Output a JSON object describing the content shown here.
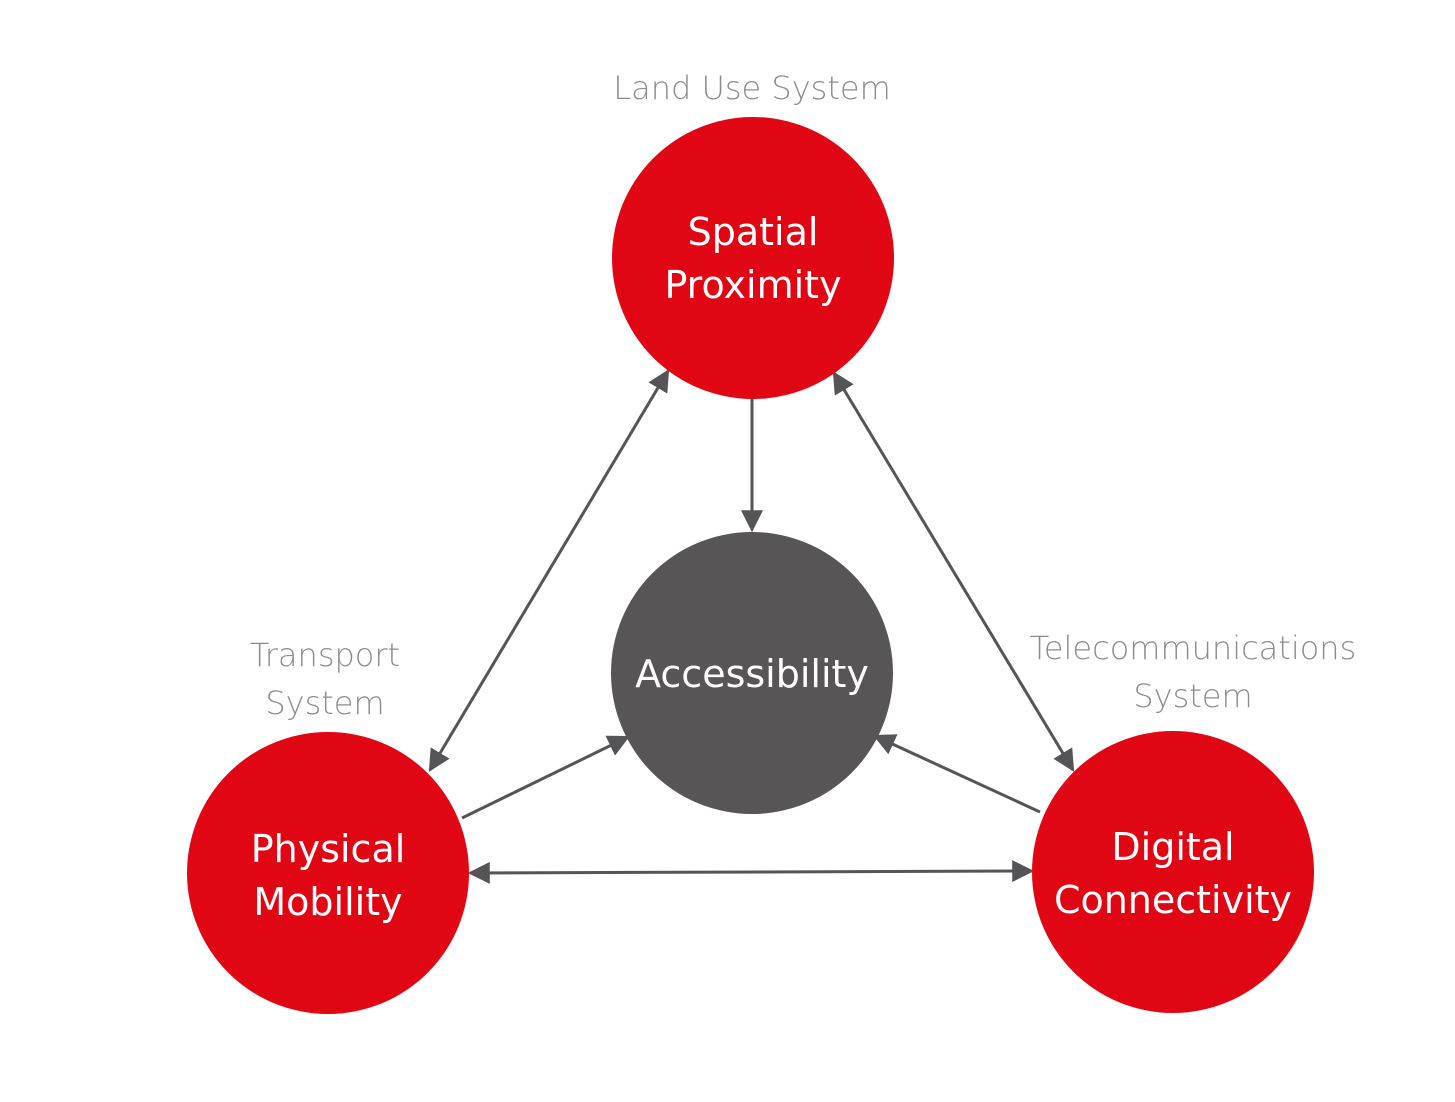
{
  "colors": {
    "node_red": "#e10613",
    "node_gray": "#575556",
    "arrow": "#555557",
    "system_label": "#8c8c8c",
    "node_text": "#ffffff"
  },
  "system_labels": {
    "land_use": "Land Use System",
    "transport_line1": "Transport",
    "transport_line2": "System",
    "telecom_line1": "Telecommunications",
    "telecom_line2": "System"
  },
  "nodes": {
    "spatial_proximity": {
      "line1": "Spatial",
      "line2": "Proximity"
    },
    "accessibility": {
      "line1": "Accessibility"
    },
    "physical_mobility": {
      "line1": "Physical",
      "line2": "Mobility"
    },
    "digital_connectivity": {
      "line1": "Digital",
      "line2": "Connectivity"
    }
  },
  "connections": [
    {
      "from": "Spatial Proximity",
      "to": "Accessibility",
      "direction": "one-way"
    },
    {
      "from": "Physical Mobility",
      "to": "Accessibility",
      "direction": "one-way"
    },
    {
      "from": "Digital Connectivity",
      "to": "Accessibility",
      "direction": "one-way"
    },
    {
      "from": "Spatial Proximity",
      "to": "Physical Mobility",
      "direction": "two-way"
    },
    {
      "from": "Spatial Proximity",
      "to": "Digital Connectivity",
      "direction": "two-way"
    },
    {
      "from": "Physical Mobility",
      "to": "Digital Connectivity",
      "direction": "two-way"
    }
  ]
}
